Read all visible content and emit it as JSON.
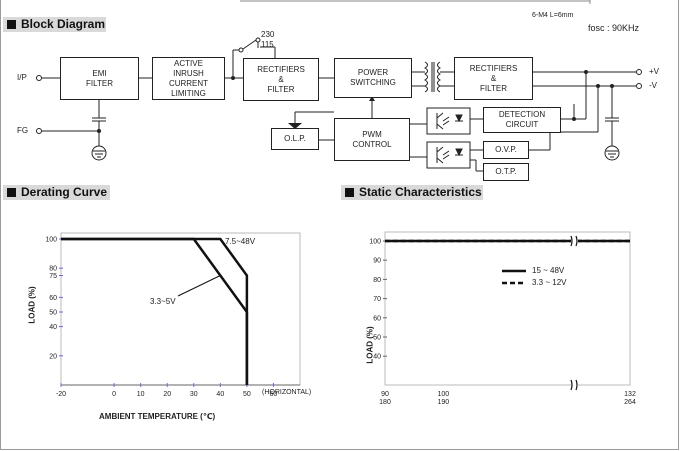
{
  "header": {
    "mounting_note": "6-M4 L=6mm"
  },
  "block_diagram": {
    "title": "Block Diagram",
    "fosc": "fosc : 90KHz",
    "inputs": {
      "ip": "I/P",
      "fg": "FG"
    },
    "switch_labels": {
      "v230": "230",
      "v115": "115"
    },
    "blocks": {
      "emi": "EMI\nFILTER",
      "inrush": "ACTIVE\nINRUSH\nCURRENT\nLIMITING",
      "rect1": "RECTIFIERS\n&\nFILTER",
      "power": "POWER\nSWITCHING",
      "rect2": "RECTIFIERS\n&\nFILTER",
      "detect": "DETECTION\nCIRCUIT",
      "olp": "O.L.P.",
      "pwm": "PWM\nCONTROL",
      "ovp": "O.V.P.",
      "otp": "O.T.P."
    },
    "outputs": {
      "plus": "+V",
      "minus": "-V"
    }
  },
  "derating": {
    "title": "Derating Curve",
    "chart_data": {
      "type": "line",
      "xlabel": "AMBIENT TEMPERATURE (℃)",
      "x_unit_note": "(HORIZONTAL)",
      "ylabel": "LOAD (%)",
      "xlim": [
        -20,
        70
      ],
      "ylim": [
        0,
        100
      ],
      "x_ticks": [
        "-20",
        "0",
        "10",
        "20",
        "30",
        "40",
        "50",
        "60"
      ],
      "y_ticks": [
        "100",
        "80",
        "75",
        "60",
        "50",
        "40",
        "20"
      ],
      "series": [
        {
          "name": "7.5~48V",
          "x": [
            -20,
            40,
            50,
            50
          ],
          "y": [
            100,
            100,
            75,
            0
          ]
        },
        {
          "name": "3.3~5V",
          "x": [
            -20,
            30,
            50,
            50
          ],
          "y": [
            100,
            100,
            50,
            0
          ]
        }
      ]
    }
  },
  "static": {
    "title": "Static Characteristics",
    "chart_data": {
      "type": "line",
      "ylabel": "LOAD (%)",
      "ylim": [
        30,
        100
      ],
      "y_ticks": [
        "100",
        "90",
        "80",
        "70",
        "60",
        "50",
        "40"
      ],
      "x_ticks_top": [
        "90",
        "100",
        "132"
      ],
      "x_ticks_bottom": [
        "180",
        "190",
        "264"
      ],
      "series": [
        {
          "name": "15 ~ 48V",
          "style": "solid",
          "x": [
            90,
            132
          ],
          "y": [
            100,
            100
          ]
        },
        {
          "name": "3.3 ~ 12V",
          "style": "dashed",
          "x": [
            90,
            132
          ],
          "y": [
            100,
            100
          ]
        }
      ]
    }
  }
}
